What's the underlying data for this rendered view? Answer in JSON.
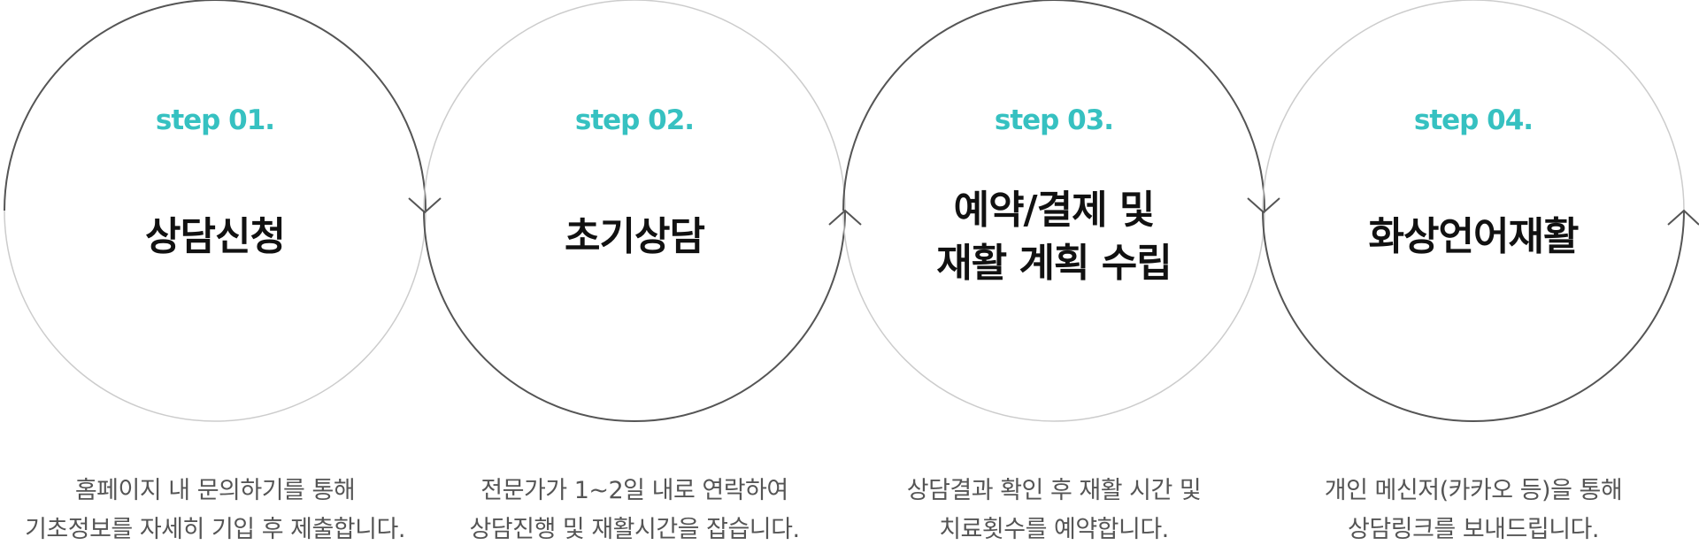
{
  "colors": {
    "accent": "#36c1c1",
    "ring_dark": "#555555",
    "ring_light": "#cccccc",
    "title": "#111111",
    "desc": "#555555"
  },
  "steps": [
    {
      "label": "step 01.",
      "title": "상담신청",
      "desc_line1": "홈페이지 내 문의하기를 통해",
      "desc_line2": "기초정보를 자세히 기입 후 제출합니다."
    },
    {
      "label": "step 02.",
      "title": "초기상담",
      "desc_line1": "전문가가 1~2일 내로 연락하여",
      "desc_line2": "상담진행 및 재활시간을 잡습니다."
    },
    {
      "label": "step 03.",
      "title": "예약/결제 및\n재활 계획 수립",
      "desc_line1": "상담결과 확인 후 재활 시간 및",
      "desc_line2": "치료횟수를 예약합니다."
    },
    {
      "label": "step 04.",
      "title": "화상언어재활",
      "desc_line1": "개인 메신저(카카오 등)을 통해",
      "desc_line2": "상담링크를 보내드립니다."
    }
  ],
  "icons": {
    "arrows": [
      "chevron-down-icon",
      "chevron-up-icon",
      "chevron-down-icon",
      "chevron-up-icon"
    ]
  }
}
